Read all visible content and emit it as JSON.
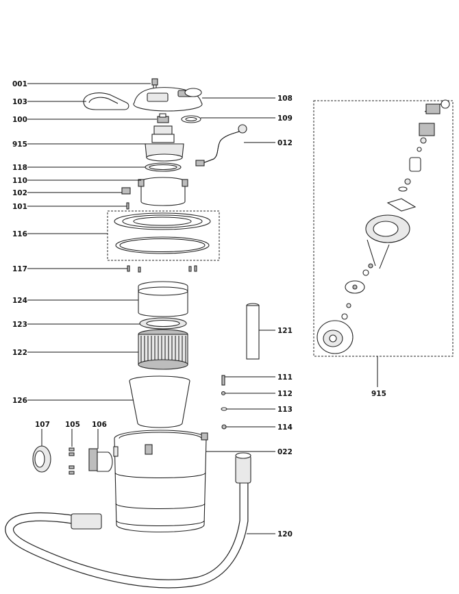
{
  "labels": {
    "p001": "001",
    "p103": "103",
    "p100": "100",
    "p915": "915",
    "p118": "118",
    "p110": "110",
    "p102": "102",
    "p101": "101",
    "p116": "116",
    "p117": "117",
    "p124": "124",
    "p123": "123",
    "p122": "122",
    "p126": "126",
    "p107": "107",
    "p105": "105",
    "p106": "106",
    "p108": "108",
    "p109": "109",
    "p012": "012",
    "p121": "121",
    "p111": "111",
    "p112": "112",
    "p113": "113",
    "p114": "114",
    "p022": "022",
    "p120": "120",
    "p915_sub": "915"
  }
}
